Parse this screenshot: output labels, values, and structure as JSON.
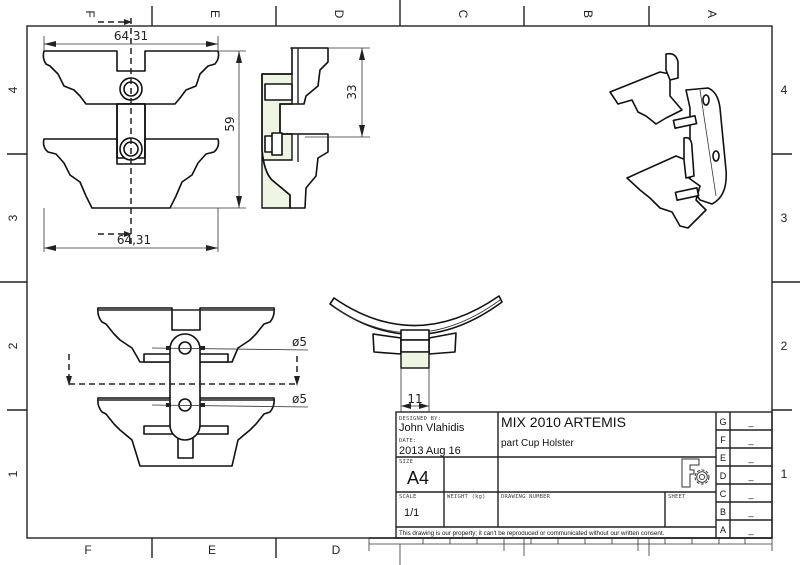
{
  "sheet": {
    "columns_top": [
      "F",
      "E",
      "D",
      "C",
      "B",
      "A"
    ],
    "columns_bottom": [
      "F",
      "E",
      "D"
    ],
    "rows_right": [
      "4",
      "3",
      "2",
      "1"
    ],
    "rows_left": [
      "4",
      "3",
      "2",
      "1"
    ]
  },
  "dimensions": {
    "top_width": "64,31",
    "bottom_width": "64,31",
    "height_59": "59",
    "side_33": "33",
    "hole_upper": "ø5",
    "hole_lower": "ø5",
    "section_width": "11"
  },
  "title_block": {
    "designed_by_label": "DESIGNED BY:",
    "designed_by": "John Vlahidis",
    "date_label": "DATE:",
    "date": "2013 Aug 16",
    "project": "MIX 2010 ARTEMIS",
    "part": "part Cup Holster",
    "size_label": "SIZE",
    "size": "A4",
    "scale_label": "SCALE",
    "scale": "1/1",
    "weight_label": "WEIGHT (kg)",
    "drawing_number_label": "DRAWING NUMBER",
    "sheet_label": "SHEET",
    "notice": "This drawing is our property; it can't be reproduced or communicated without our written consent.",
    "logo_icon": "freecad-gear-logo",
    "revisions": [
      {
        "letter": "G",
        "value": "_"
      },
      {
        "letter": "F",
        "value": "_"
      },
      {
        "letter": "E",
        "value": "_"
      },
      {
        "letter": "D",
        "value": "_"
      },
      {
        "letter": "C",
        "value": "_"
      },
      {
        "letter": "B",
        "value": "_"
      },
      {
        "letter": "A",
        "value": "_"
      }
    ]
  }
}
